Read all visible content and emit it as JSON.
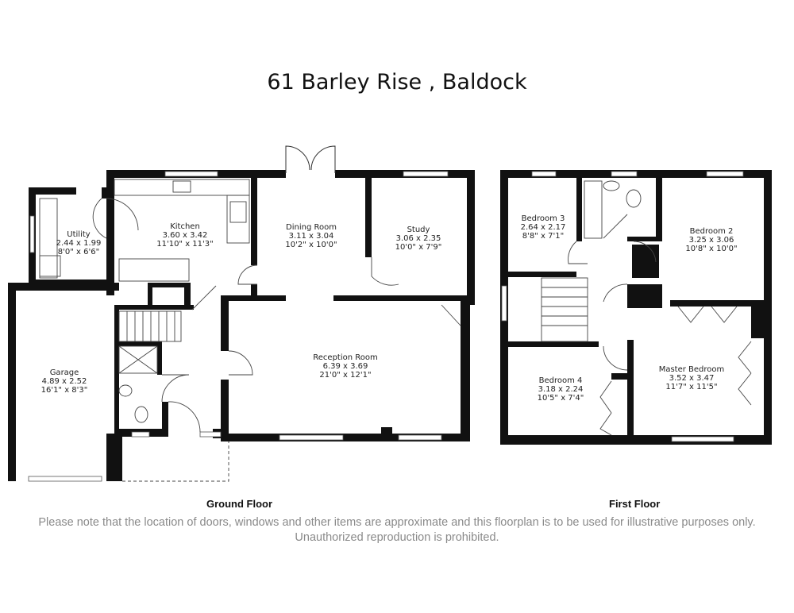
{
  "title": "61 Barley Rise , Baldock",
  "floors": {
    "ground": {
      "label": "Ground Floor",
      "rooms": {
        "utility": {
          "name": "Utility",
          "metric": "2.44 x 1.99",
          "imperial": "8'0\" x 6'6\""
        },
        "kitchen": {
          "name": "Kitchen",
          "metric": "3.60 x 3.42",
          "imperial": "11'10\" x 11'3\""
        },
        "dining": {
          "name": "Dining Room",
          "metric": "3.11 x 3.04",
          "imperial": "10'2\" x 10'0\""
        },
        "study": {
          "name": "Study",
          "metric": "3.06 x 2.35",
          "imperial": "10'0\" x 7'9\""
        },
        "reception": {
          "name": "Reception Room",
          "metric": "6.39 x 3.69",
          "imperial": "21'0\" x 12'1\""
        },
        "garage": {
          "name": "Garage",
          "metric": "4.89 x 2.52",
          "imperial": "16'1\" x 8'3\""
        }
      }
    },
    "first": {
      "label": "First Floor",
      "rooms": {
        "bed3": {
          "name": "Bedroom 3",
          "metric": "2.64 x 2.17",
          "imperial": "8'8\" x 7'1\""
        },
        "bed2": {
          "name": "Bedroom 2",
          "metric": "3.25 x 3.06",
          "imperial": "10'8\" x 10'0\""
        },
        "bed4": {
          "name": "Bedroom 4",
          "metric": "3.18 x 2.24",
          "imperial": "10'5\" x 7'4\""
        },
        "master": {
          "name": "Master Bedroom",
          "metric": "3.52 x 3.47",
          "imperial": "11'7\" x 11'5\""
        }
      }
    }
  },
  "disclaimer": "Please note that the location of doors, windows and other items are approximate and this floorplan is to be used for illustrative purposes only. Unauthorized reproduction is prohibited."
}
